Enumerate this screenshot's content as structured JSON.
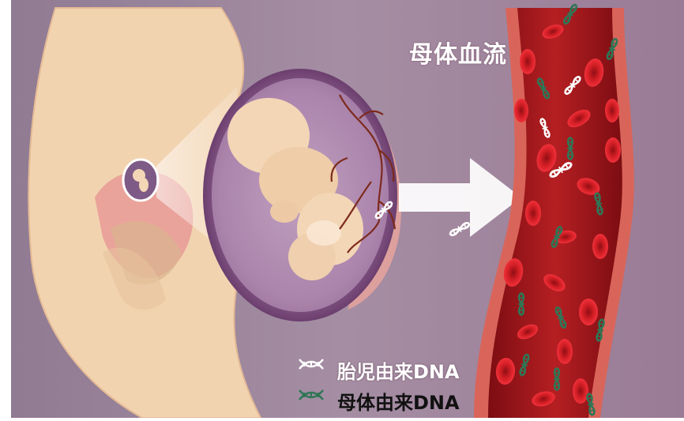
{
  "title": "母体血流",
  "legend": {
    "fetal": "胎児由来DNA",
    "maternal": "母体由来DNA"
  },
  "colors": {
    "background": "#9a7f98",
    "body_skin": "#f2d3b0",
    "amniotic_sac": "#6e3f70",
    "vessel_wall": "#cf5a4a",
    "vessel_fill": "#a8181c",
    "red_blood_cell": "#e0202a",
    "fetal_dna": "#ffffff",
    "maternal_dna": "#3a7a5a",
    "arrow": "#ffffff"
  },
  "icons": [
    "fetal-dna-icon",
    "maternal-dna-icon",
    "arrow-icon",
    "red-blood-cell-icon",
    "fetus-icon"
  ]
}
